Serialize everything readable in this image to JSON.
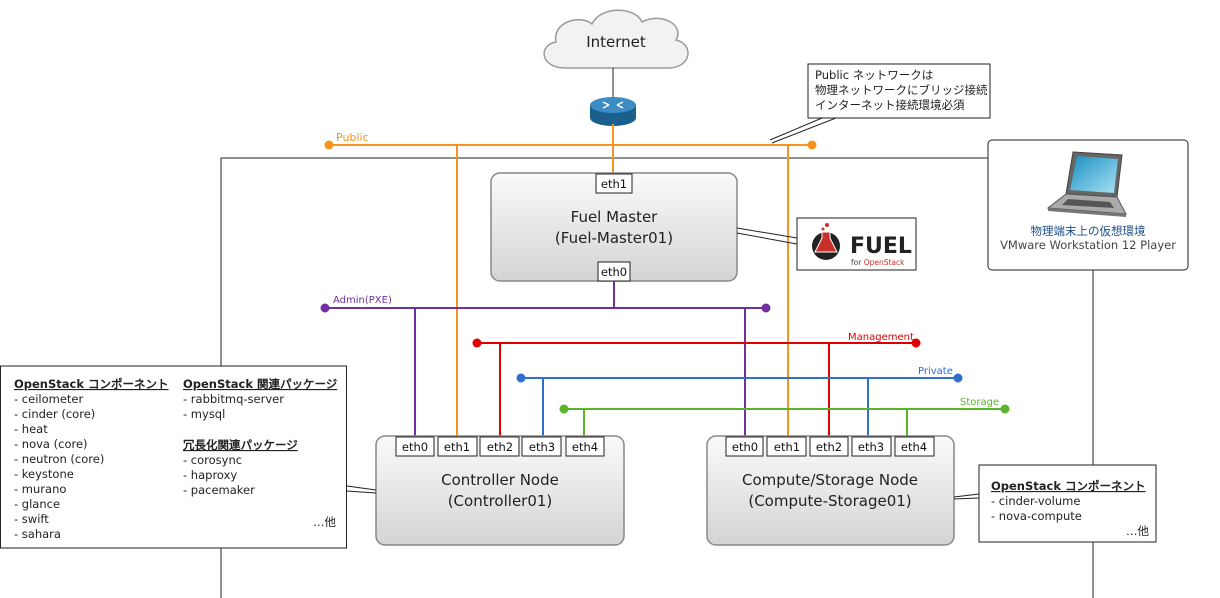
{
  "colors": {
    "public": "#f7931e",
    "admin": "#7030a0",
    "management": "#e00000",
    "private": "#2f6fce",
    "storage": "#5ab52a"
  },
  "internet": {
    "label": "Internet",
    "icon": "cloud-icon"
  },
  "router": {
    "icon": "router-icon"
  },
  "networks": {
    "public": "Public",
    "admin": "Admin(PXE)",
    "management": "Management",
    "private": "Private",
    "storage": "Storage"
  },
  "public_note": [
    "Public ネットワークは",
    "物理ネットワークにブリッジ接続",
    "インターネット接続環境必須"
  ],
  "fuel_master": {
    "name": "Fuel Master",
    "host": "(Fuel-Master01)",
    "ports": [
      "eth1",
      "eth0"
    ]
  },
  "fuel_logo": {
    "text": "FUEL",
    "sub_prefix": "for ",
    "sub_brand": "OpenStack"
  },
  "host_env": {
    "icon": "laptop-icon",
    "line1": "物理端末上の仮想環境",
    "line2": "VMware Workstation 12 Player"
  },
  "controller": {
    "name": "Controller Node",
    "host": "(Controller01)",
    "ports": [
      "eth0",
      "eth1",
      "eth2",
      "eth3",
      "eth4"
    ]
  },
  "compute": {
    "name": "Compute/Storage Node",
    "host": "(Compute-Storage01)",
    "ports": [
      "eth0",
      "eth1",
      "eth2",
      "eth3",
      "eth4"
    ]
  },
  "controller_note": {
    "col1_title": "OpenStack コンポーネント",
    "col1_items": [
      "- ceilometer",
      "- cinder (core)",
      "- heat",
      "- nova (core)",
      "- neutron (core)",
      "- keystone",
      "- murano",
      "- glance",
      "- swift",
      "- sahara"
    ],
    "col2_title": "OpenStack 関連パッケージ",
    "col2_items": [
      "- rabbitmq-server",
      "- mysql"
    ],
    "col3_title": "冗長化関連パッケージ",
    "col3_items": [
      "- corosync",
      "- haproxy",
      "- pacemaker"
    ],
    "etc": "…他"
  },
  "compute_note": {
    "title": "OpenStack コンポーネント",
    "items": [
      "- cinder-volume",
      "- nova-compute"
    ],
    "etc": "…他"
  }
}
